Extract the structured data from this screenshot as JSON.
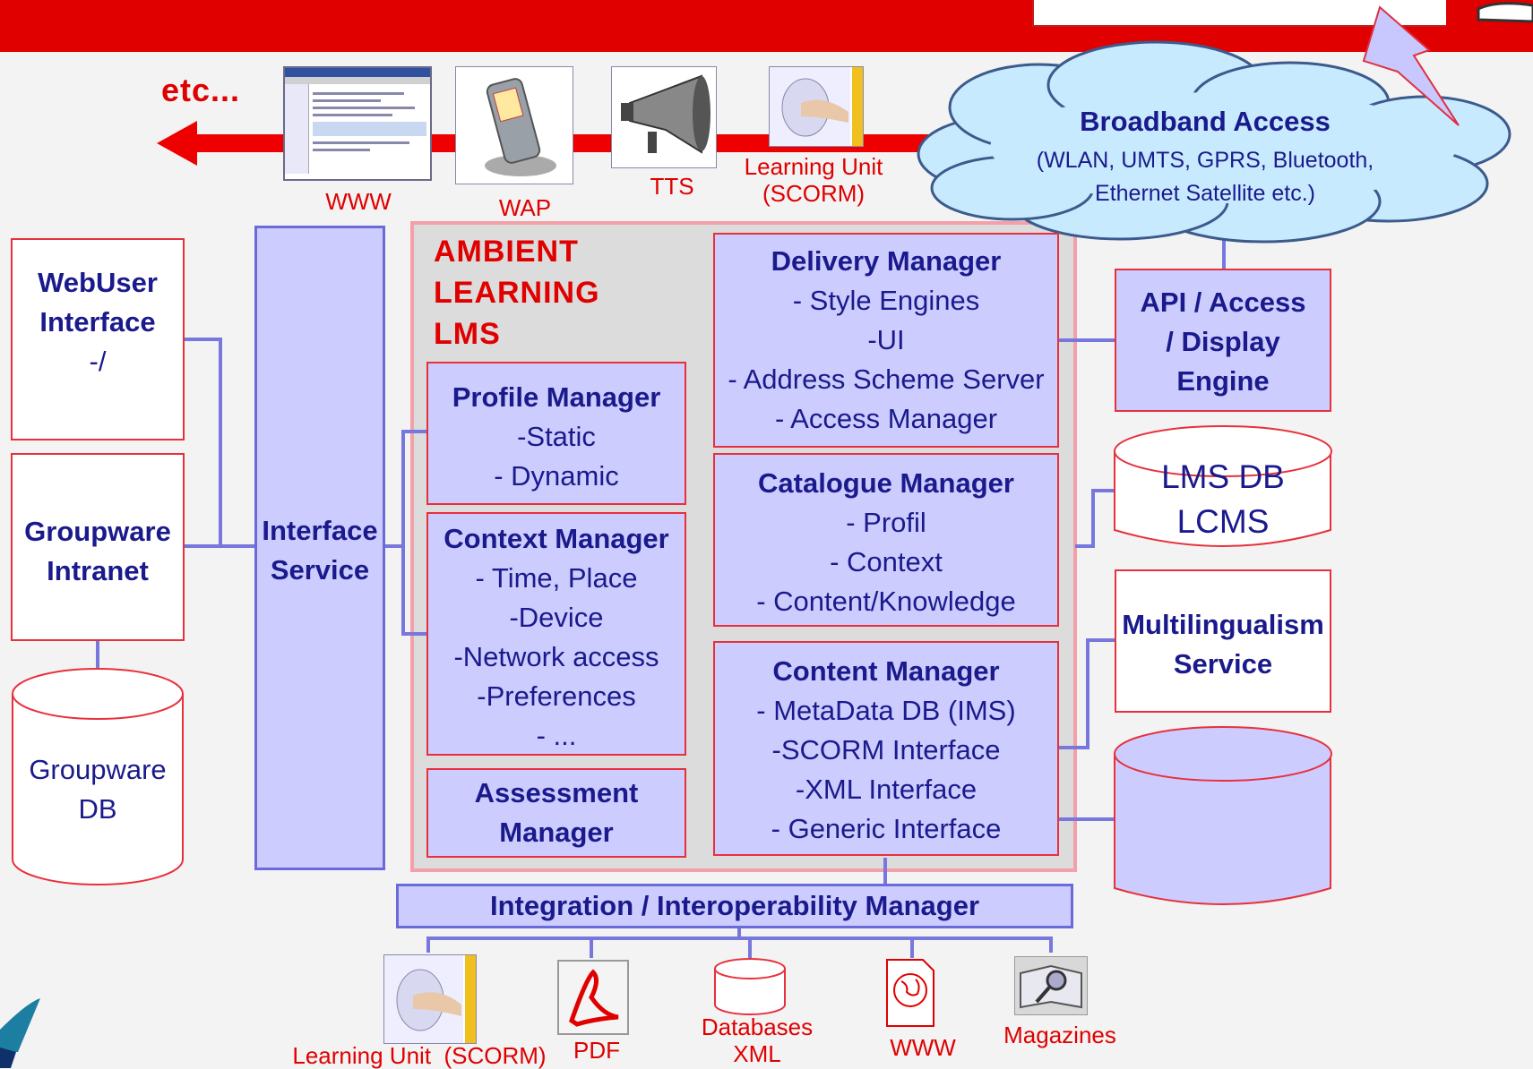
{
  "title_bar": {
    "color": "#e00000"
  },
  "top_flow": {
    "etc_label": "etc...",
    "items": [
      {
        "label": "WWW",
        "icon": "browser-screenshot-icon"
      },
      {
        "label": "WAP",
        "icon": "mobile-phone-icon"
      },
      {
        "label": "TTS",
        "icon": "loudspeaker-icon"
      },
      {
        "label": "Learning Unit\n(SCORM)",
        "icon": "learning-unit-icon"
      }
    ]
  },
  "cloud": {
    "title": "Broadband Access",
    "line1": "(WLAN, UMTS, GPRS, Bluetooth,",
    "line2": "Ethernet Satellite etc.)"
  },
  "left": {
    "webuser": {
      "title1": "WebUser",
      "title2": "Interface",
      "sub": "-/"
    },
    "groupware": {
      "title1": "Groupware",
      "title2": "Intranet"
    },
    "groupware_db": {
      "line1": "Groupware",
      "line2": "DB"
    }
  },
  "interface_service": {
    "line1": "Interface",
    "line2": "Service"
  },
  "lms": {
    "title": [
      "AMBIENT",
      "LEARNING",
      "LMS"
    ],
    "profile_manager": {
      "title": "Profile Manager",
      "items": [
        "-Static",
        "- Dynamic"
      ]
    },
    "context_manager": {
      "title": "Context Manager",
      "items": [
        "- Time, Place",
        "-Device",
        "-Network access",
        "-Preferences",
        "- ..."
      ]
    },
    "assessment_manager": {
      "line1": "Assessment",
      "line2": "Manager"
    },
    "delivery_manager": {
      "title": "Delivery Manager",
      "items": [
        "- Style Engines",
        "-UI",
        "- Address Scheme Server",
        "- Access Manager"
      ]
    },
    "catalogue_manager": {
      "title": "Catalogue Manager",
      "items": [
        "- Profil",
        "- Context",
        "- Content/Knowledge"
      ]
    },
    "content_manager": {
      "title": "Content Manager",
      "items": [
        "- MetaData DB (IMS)",
        "-SCORM Interface",
        "-XML Interface",
        "- Generic Interface"
      ]
    }
  },
  "right": {
    "api": {
      "line1": "API / Access",
      "line2": "/ Display",
      "line3": "Engine"
    },
    "lms_db": {
      "line1": "LMS DB",
      "line2": "LCMS"
    },
    "multilingual": {
      "line1": "Multilingualism",
      "line2": "Service"
    }
  },
  "integration": {
    "label": "Integration / Interoperability Manager"
  },
  "bottom_sources": [
    {
      "label": "Learning Unit  (SCORM)",
      "icon": "learning-unit-icon"
    },
    {
      "label": "PDF",
      "icon": "pdf-icon"
    },
    {
      "label": "Databases\nXML",
      "icon": "database-icon"
    },
    {
      "label": "WWW",
      "icon": "globe-document-icon"
    },
    {
      "label": "Magazines",
      "icon": "magazine-icon"
    }
  ],
  "colors": {
    "red": "#e00000",
    "box_fill": "#ccccff",
    "text_blue": "#1a1a8c",
    "connector": "#7777dd",
    "cloud_fill": "#c8eaff"
  }
}
